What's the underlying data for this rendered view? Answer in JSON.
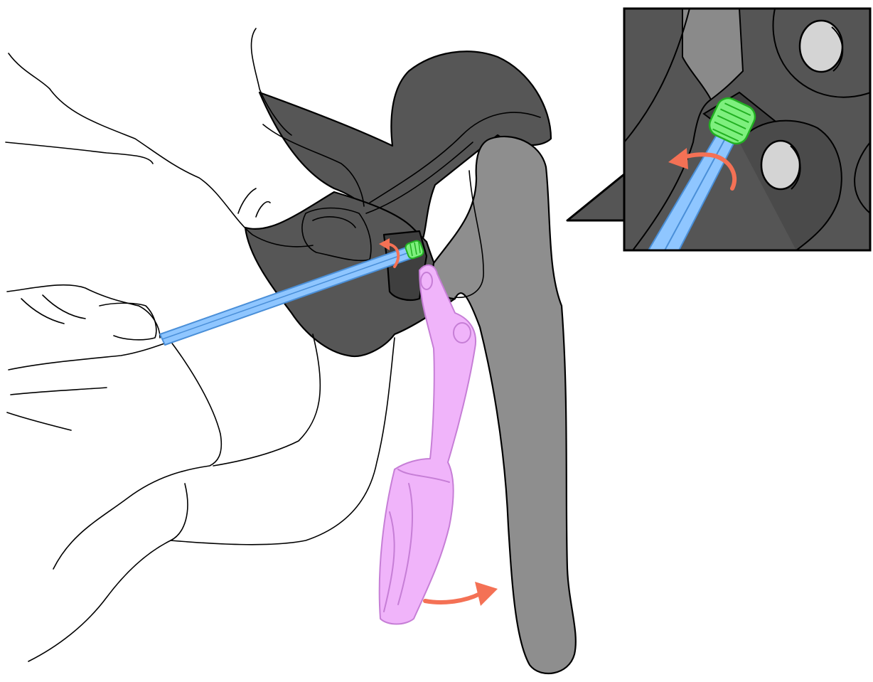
{
  "illustration": {
    "colors": {
      "background": "#ffffff",
      "outline": "#000000",
      "hood_dark": "#565656",
      "hood_inner": "#3f3f3f",
      "brake_lever": "#8e8e8e",
      "hex_key": "#8fc6ff",
      "hex_key_edge": "#4a8fd8",
      "adjust_screw": "#7ef07e",
      "adjust_screw_edge": "#22b022",
      "reach_shim": "#f0b4fa",
      "reach_shim_edge": "#c67ed6",
      "arrow": "#f47155",
      "inset_background": "#555555",
      "inset_mid": "#8a8a8a",
      "bolt_head": "#d4d4d4"
    },
    "icons": {
      "rotation_arrow_main": "counterclockwise-rotation-arrow",
      "rotation_arrow_inset": "counterclockwise-rotation-arrow",
      "movement_arrow": "curved-right-arrow"
    }
  }
}
